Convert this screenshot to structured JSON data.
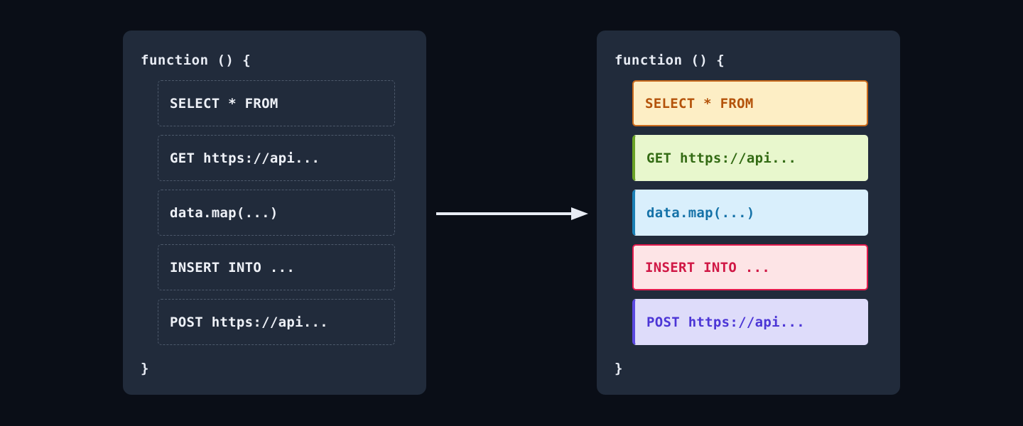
{
  "theme": {
    "page_background": "#0a0e17",
    "panel_background": "#212b3b",
    "code_text": "#e8ecf4",
    "dashed_border": "#4d596b",
    "arrow_color": "#e8ecf4"
  },
  "arrow": {
    "name": "transform-arrow",
    "direction": "right",
    "color": "#e8ecf4"
  },
  "panels": [
    {
      "id": "before",
      "title": "before-highlighting",
      "code_open": "function () {",
      "code_close": "}",
      "statements": [
        {
          "text": "SELECT * FROM",
          "style": "plain",
          "text_color": "#eef1f7",
          "background": "transparent",
          "border_color": "#4d596b"
        },
        {
          "text": "GET https://api...",
          "style": "plain",
          "text_color": "#eef1f7",
          "background": "transparent",
          "border_color": "#4d596b"
        },
        {
          "text": "data.map(...)",
          "style": "plain",
          "text_color": "#eef1f7",
          "background": "transparent",
          "border_color": "#4d596b"
        },
        {
          "text": "INSERT INTO ...",
          "style": "plain",
          "text_color": "#eef1f7",
          "background": "transparent",
          "border_color": "#4d596b"
        },
        {
          "text": "POST https://api...",
          "style": "plain",
          "text_color": "#eef1f7",
          "background": "transparent",
          "border_color": "#4d596b"
        }
      ]
    },
    {
      "id": "after",
      "title": "after-highlighting",
      "code_open": "function () {",
      "code_close": "}",
      "statements": [
        {
          "text": "SELECT * FROM",
          "style": "full-border",
          "category": "sql-select",
          "text_color": "#b4530b",
          "background": "#fdeec5",
          "border_color": "#c96a1c"
        },
        {
          "text": "GET https://api...",
          "style": "left-accent",
          "category": "http-get",
          "text_color": "#336b14",
          "background": "#e8f7cd",
          "border_color": "#6aa326"
        },
        {
          "text": "data.map(...)",
          "style": "left-accent",
          "category": "js-transform",
          "text_color": "#1572a8",
          "background": "#d9effc",
          "border_color": "#1a7fb5"
        },
        {
          "text": "INSERT INTO ...",
          "style": "full-border",
          "category": "sql-insert",
          "text_color": "#d01745",
          "background": "#fde4e6",
          "border_color": "#e31b4d"
        },
        {
          "text": "POST https://api...",
          "style": "left-accent",
          "category": "http-post",
          "text_color": "#4c36d6",
          "background": "#dedcfa",
          "border_color": "#5b49e0"
        }
      ]
    }
  ]
}
